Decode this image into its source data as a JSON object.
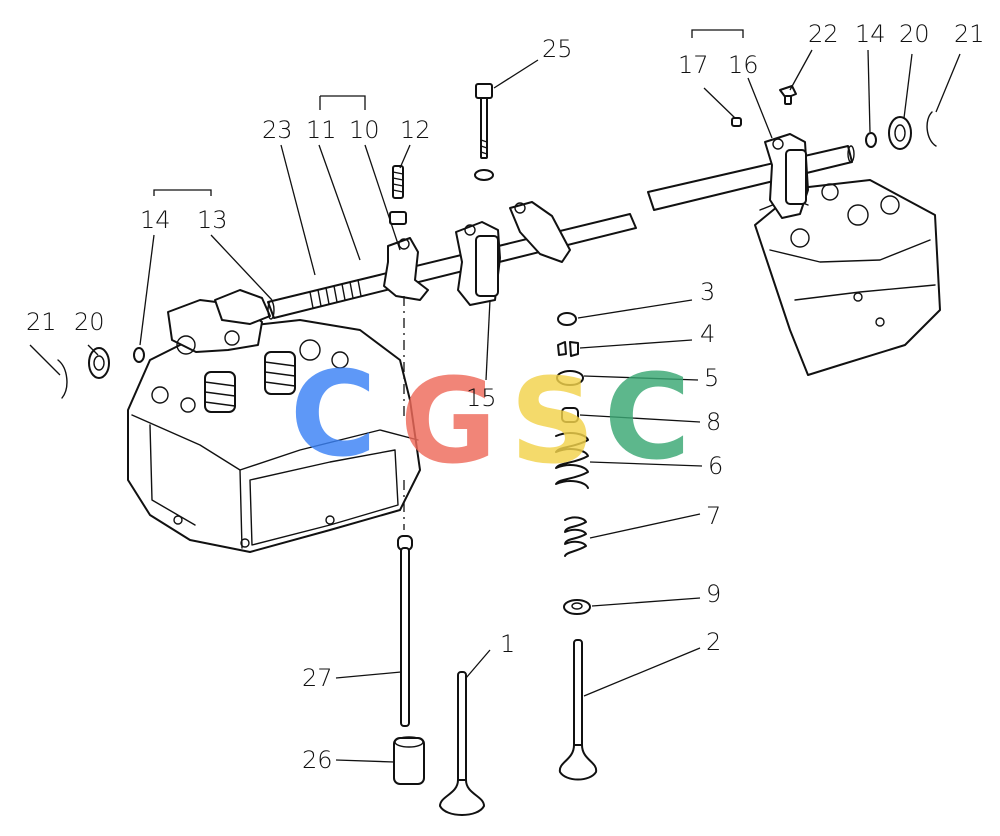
{
  "watermark": {
    "letters": [
      {
        "char": "C",
        "color": "#3b82f6"
      },
      {
        "char": "G",
        "color": "#ef6b5b"
      },
      {
        "char": "S",
        "color": "#f2d24b"
      },
      {
        "char": "C",
        "color": "#3aa874"
      }
    ]
  },
  "callouts": {
    "c1": "1",
    "c2": "2",
    "c3": "3",
    "c4": "4",
    "c5": "5",
    "c6": "6",
    "c7": "7",
    "c8": "8",
    "c9": "9",
    "c10": "10",
    "c11": "11",
    "c12": "12",
    "c13": "13",
    "c14a": "14",
    "c14b": "14",
    "c15": "15",
    "c16": "16",
    "c17": "17",
    "c20a": "20",
    "c20b": "20",
    "c21a": "21",
    "c21b": "21",
    "c22": "22",
    "c23": "23",
    "c25": "25",
    "c26": "26",
    "c27": "27"
  }
}
